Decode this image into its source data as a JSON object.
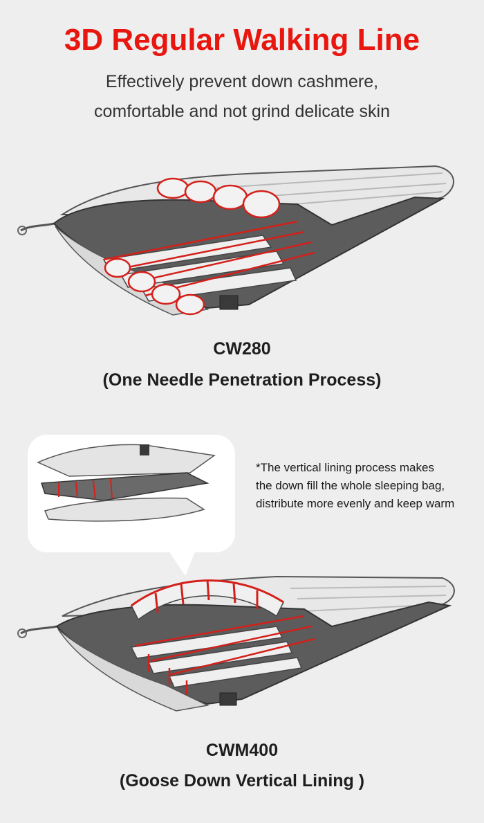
{
  "header": {
    "title": "3D Regular Walking Line",
    "subtitle_line1": "Effectively prevent down cashmere,",
    "subtitle_line2": "comfortable and not grind delicate skin"
  },
  "product1": {
    "model": "CW280",
    "process": "(One Needle Penetration Process)"
  },
  "callout": {
    "line1": "*The vertical lining process makes",
    "line2": "the down fill the whole sleeping bag,",
    "line3": "distribute more evenly and keep warm"
  },
  "product2": {
    "model": "CWM400",
    "process": "(Goose Down Vertical Lining )"
  },
  "colors": {
    "accent_red": "#e8160f",
    "background": "#eeeeee",
    "bag_gray": "#5a5a5a",
    "bag_light": "#e6e6e6"
  }
}
